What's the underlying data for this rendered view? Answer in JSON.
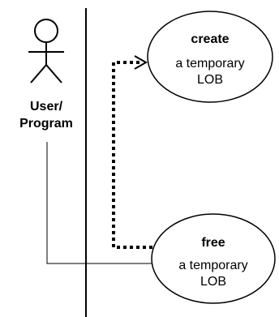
{
  "actor": {
    "label_line1": "User/",
    "label_line2": "Program"
  },
  "use_cases": [
    {
      "action": "create",
      "line1": "a temporary",
      "line2": "LOB"
    },
    {
      "action": "free",
      "line1": "a temporary",
      "line2": "LOB"
    }
  ],
  "colors": {
    "stroke": "#000000",
    "background": "#ffffff"
  }
}
